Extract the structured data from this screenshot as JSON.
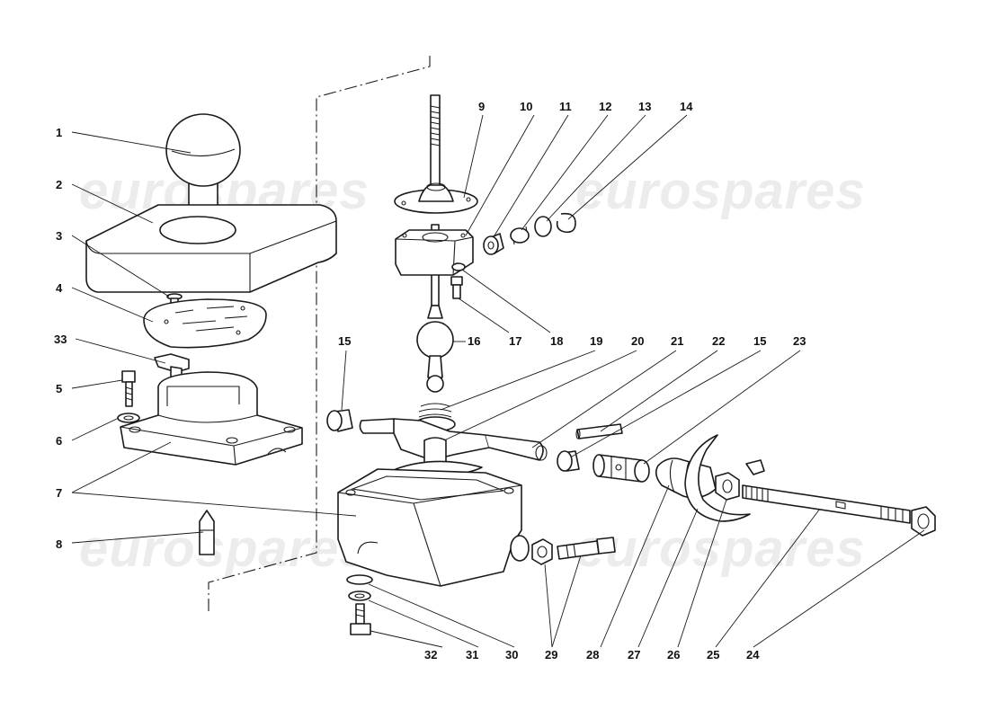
{
  "watermark": {
    "text": "eurospares"
  },
  "callouts": {
    "c1": "1",
    "c2": "2",
    "c3": "3",
    "c4": "4",
    "c5": "5",
    "c6": "6",
    "c7": "7",
    "c8": "8",
    "c9": "9",
    "c10": "10",
    "c11": "11",
    "c12": "12",
    "c13": "13",
    "c14": "14",
    "c15a": "15",
    "c15b": "15",
    "c16": "16",
    "c17": "17",
    "c18": "18",
    "c19": "19",
    "c20": "20",
    "c21": "21",
    "c22": "22",
    "c23": "23",
    "c24": "24",
    "c25": "25",
    "c26": "26",
    "c27": "27",
    "c28": "28",
    "c29": "29",
    "c30": "30",
    "c31": "31",
    "c32": "32",
    "c33": "33"
  },
  "colors": {
    "line": "#1a1a1a",
    "watermark": "#ececec",
    "background": "#ffffff"
  }
}
